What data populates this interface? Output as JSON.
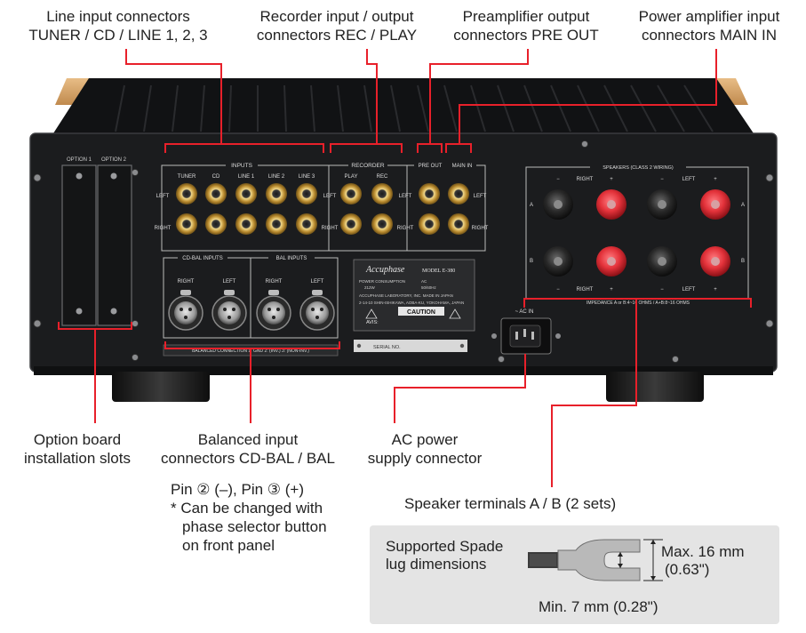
{
  "callouts": {
    "line_input": [
      "Line input connectors",
      "TUNER / CD / LINE 1, 2, 3"
    ],
    "recorder": [
      "Recorder input / output",
      "connectors REC / PLAY"
    ],
    "preamp": [
      "Preamplifier output",
      "connectors PRE OUT"
    ],
    "power_amp": [
      "Power amplifier input",
      "connectors MAIN IN"
    ],
    "option_board": [
      "Option board",
      "installation slots"
    ],
    "balanced": [
      "Balanced input",
      "connectors CD-BAL / BAL"
    ],
    "ac_power": [
      "AC power",
      "supply connector"
    ],
    "speaker": "Speaker terminals A / B (2 sets)"
  },
  "balanced_note": [
    "Pin ② (–), Pin ③ (+)",
    "* Can be changed with",
    "phase selector button",
    "on front panel"
  ],
  "spade": {
    "label": [
      "Supported Spade",
      "lug dimensions"
    ],
    "max": [
      "Max. 16 mm",
      "(0.63\")"
    ],
    "min": "Min. 7 mm (0.28\")"
  },
  "panel": {
    "option_slots": [
      "OPTION 1",
      "OPTION 2"
    ],
    "inputs_title": "INPUTS",
    "input_labels": [
      "TUNER",
      "CD",
      "LINE 1",
      "LINE 2",
      "LINE 3"
    ],
    "recorder_title": "RECORDER",
    "recorder_labels": [
      "PLAY",
      "REC"
    ],
    "pre_out": "PRE OUT",
    "main_in": "MAIN IN",
    "left": "LEFT",
    "right": "RIGHT",
    "speakers_title": "SPEAKERS (CLASS 2 WIRING)",
    "minus": "−",
    "plus": "+",
    "speaker_a": "A",
    "speaker_b": "B",
    "impedance": "IMPEDANCE  A or B:4~16 OHMS / A+B:8~16 OHMS",
    "cd_bal": "CD-BAL INPUTS",
    "bal": "BAL INPUTS",
    "balanced_connection": "BALANCED CONNECTION  1: GND  2: (INV.)  3: (NON-INV.)",
    "brand": "Accuphase",
    "model": "MODEL E-380",
    "power_consumption": "POWER CONSUMPTION",
    "watts": "212W",
    "ac": "AC",
    "hz": "50/60Hz",
    "maker": "ACCUPHASE LABORATORY, INC.   MADE IN JAPAN",
    "address": "2-14-10 SHIN-ISHIKAWA, AOBA-KU, YOKOHAMA, JAPAN",
    "caution": "CAUTION",
    "avis": "AVIS:",
    "serial": "SERIAL NO.",
    "ac_in": "~ AC IN"
  },
  "colors": {
    "leader": "#e8202a",
    "chassis": "#1b1c1e",
    "wood": "#d7a46c",
    "gold": "#c9a347",
    "red_terminal": "#e3323a"
  }
}
